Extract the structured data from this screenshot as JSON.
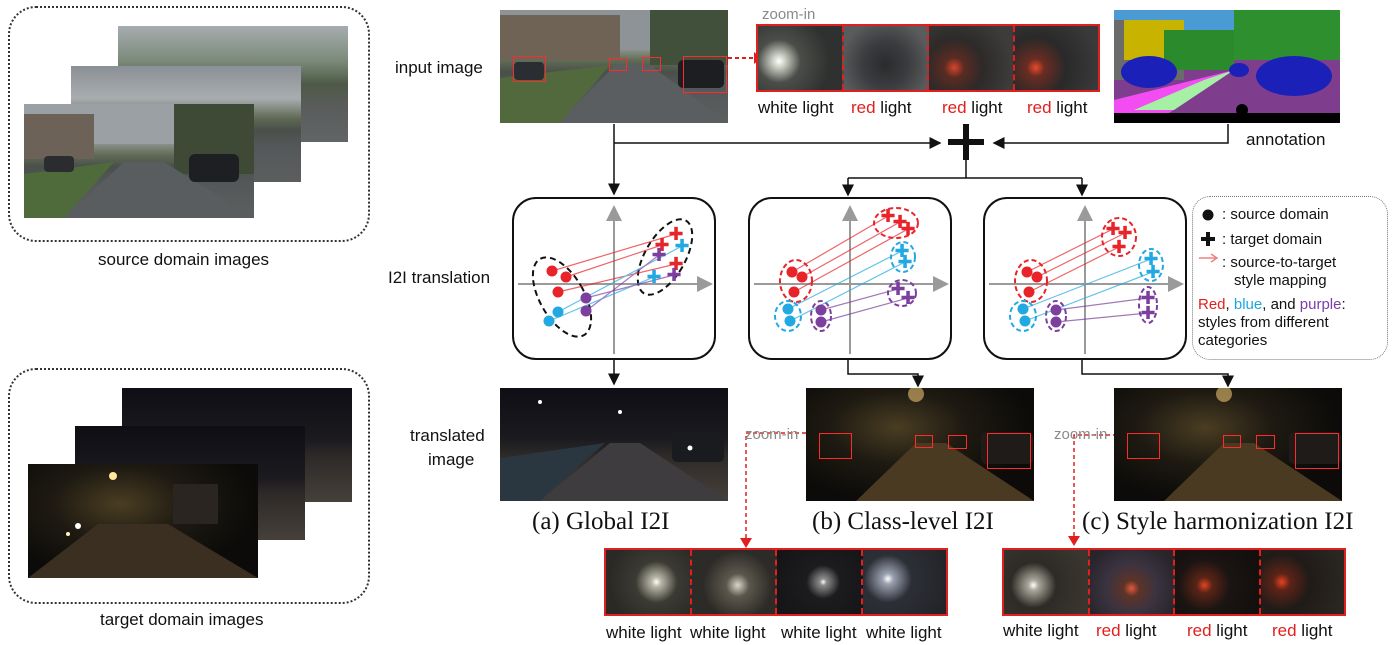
{
  "left": {
    "source_caption": "source domain images",
    "target_caption": "target domain images"
  },
  "rows": {
    "input_label": "input image",
    "i2i_label": "I2I translation",
    "translated_label_1": "translated",
    "translated_label_2": "image"
  },
  "annotation_label": "annotation",
  "zoom_label": "zoom-in",
  "top_zoom_captions": [
    {
      "color_word": "white",
      "rest": " light",
      "color": "#111111"
    },
    {
      "color_word": "red",
      "rest": " light",
      "color": "#e0201e"
    },
    {
      "color_word": "red",
      "rest": " light",
      "color": "#e0201e"
    },
    {
      "color_word": "red",
      "rest": " light",
      "color": "#e0201e"
    }
  ],
  "bottom_a_captions": [
    "white light",
    "white light",
    "white light",
    "white light"
  ],
  "bottom_c_captions": [
    {
      "color_word": "white",
      "rest": " light",
      "color": "#111111"
    },
    {
      "color_word": "red",
      "rest": " light",
      "color": "#e0201e"
    },
    {
      "color_word": "red",
      "rest": " light",
      "color": "#e0201e"
    },
    {
      "color_word": "red",
      "rest": " light",
      "color": "#e0201e"
    }
  ],
  "captions": {
    "a": "(a) Global I2I",
    "b": "(b) Class-level I2I",
    "c": "(c) Style harmonization I2I"
  },
  "legend": {
    "source": ": source domain",
    "target": ": target domain",
    "mapping_1": ": source-to-target",
    "mapping_2": "style mapping",
    "red": "Red",
    "comma1": ", ",
    "blue": "blue",
    "and": ", and ",
    "purple": "purple",
    "colon": ":",
    "styles_1": "styles from different",
    "styles_2": "categories"
  },
  "colors": {
    "red": "#e8232a",
    "blue": "#23a9e1",
    "purple": "#7c3f9e",
    "zoom_red": "#e0201e",
    "axis": "#9a9a9a"
  }
}
